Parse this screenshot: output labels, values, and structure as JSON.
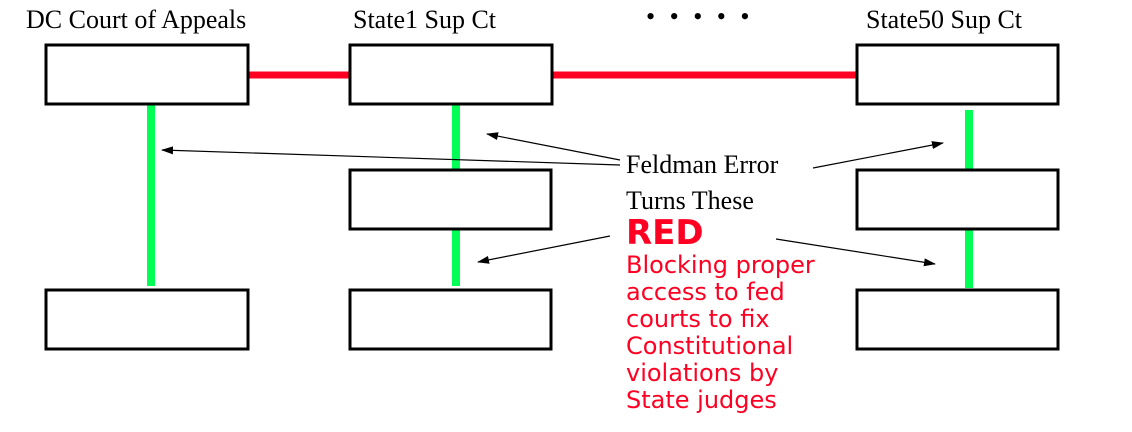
{
  "columns": [
    {
      "id": "dc",
      "title": "DC Court of Appeals",
      "levels": 2
    },
    {
      "id": "state1",
      "title": "State1 Sup Ct",
      "levels": 3
    },
    {
      "id": "state50",
      "title": "State50 Sup Ct",
      "levels": 3
    }
  ],
  "ellipsis": "• • • • •",
  "annotation": {
    "line1": "Feldman Error",
    "line2": "Turns These",
    "emphasis": "RED",
    "detail": "Blocking proper\naccess to fed\ncourts to fix\nConstitutional\nviolations by\nState judges"
  },
  "colors": {
    "horizontal_link": "#ff0022",
    "vertical_link": "#00ff55",
    "box_border": "#000000",
    "emphasis_text": "#ff0022"
  }
}
